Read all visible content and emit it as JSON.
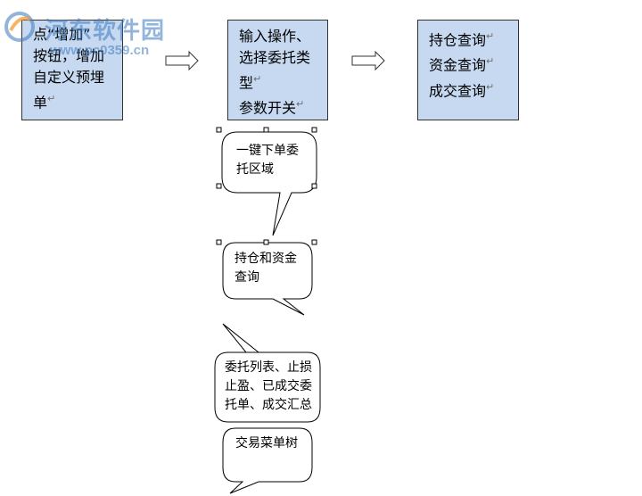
{
  "return_mark": "↵",
  "boxes": {
    "add": {
      "lines": [
        "点“增加”",
        "按钮，增加",
        "自定义预埋",
        "单"
      ]
    },
    "input": {
      "lines": [
        "输入操作、",
        "选择委托类",
        "型",
        "参数开关"
      ]
    },
    "query": {
      "lines": [
        "持仓查询",
        "资金查询",
        "成交查询"
      ]
    }
  },
  "callouts": {
    "one_click": {
      "lines": [
        "一键下单委",
        "托区域"
      ]
    },
    "position_funds": {
      "lines": [
        "持仓和资金",
        "查询"
      ]
    },
    "orders": {
      "lines": [
        "委托列表、止损",
        "止盈、已成交委",
        "托单、成交汇总"
      ]
    },
    "menu_tree": {
      "lines": [
        "交易菜单树"
      ]
    }
  },
  "watermark": {
    "title": "河东软件园",
    "url": "www.pc0359.cn"
  },
  "colors": {
    "box_fill": "#c6d9f1",
    "box_border": "#333333",
    "watermark": "#3c78be"
  }
}
